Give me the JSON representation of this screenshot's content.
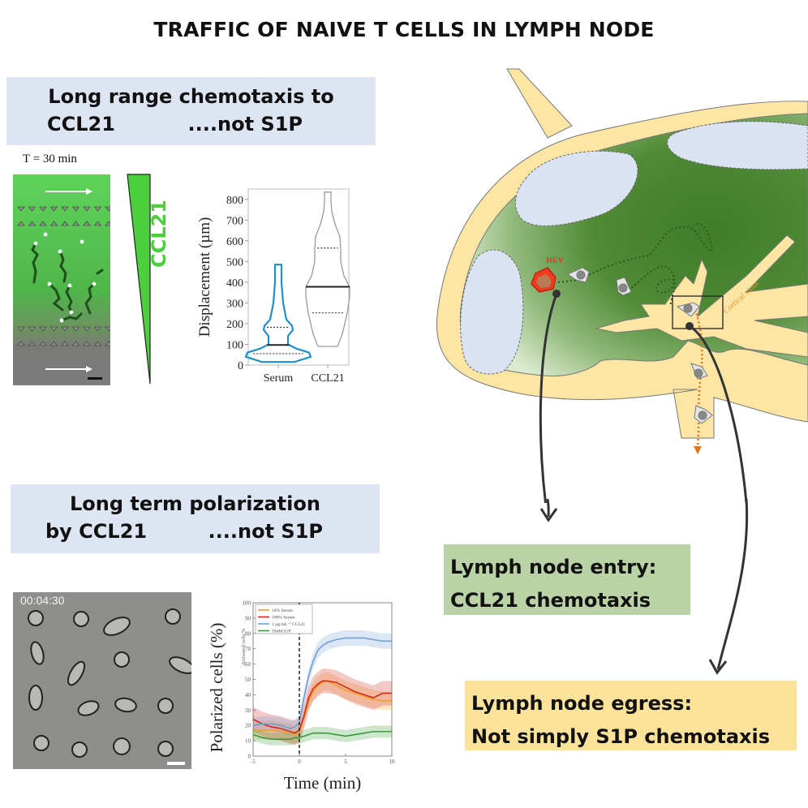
{
  "title": "TRAFFIC OF NAIVE T CELLS IN LYMPH NODE",
  "panel_chemotaxis": {
    "heading_line1": "Long range chemotaxis to",
    "heading_line2_left": "CCL21",
    "heading_line2_right": "....not S1P",
    "micrograph_label": "T = 30 min",
    "gradient_label": "CCL21"
  },
  "panel_polarization": {
    "heading_line1": "Long term polarization",
    "heading_line2_left": "by CCL21",
    "heading_line2_right": "....not S1P",
    "timestamp": "00:04:30"
  },
  "diagram": {
    "hev_label": "HEV",
    "sinus_label": "Cortical sinus",
    "entry_box_line1": "Lymph node entry:",
    "entry_box_line2": "CCL21 chemotaxis",
    "egress_box_line1": "Lymph node egress:",
    "egress_box_line2": "Not  simply S1P chemotaxis",
    "colors": {
      "capsule": "#fde6a4",
      "cortex": "#4f8734",
      "follicle": "#dbe3f2",
      "hev": "#e8341c",
      "entry_box": "#b9d2a6",
      "egress_box": "#fde39a",
      "egress_path": "#e8711c"
    }
  },
  "chart_data": [
    {
      "type": "violin",
      "title": "",
      "xlabel": "",
      "ylabel": "Displacement (µm)",
      "categories": [
        "Serum",
        "CCL21"
      ],
      "ylim": [
        0,
        850
      ],
      "yticks": [
        0,
        100,
        200,
        300,
        400,
        500,
        600,
        700,
        800
      ],
      "series": [
        {
          "name": "Serum",
          "color": "#1f8fc8",
          "min": 15,
          "max": 485,
          "median": 97,
          "q1": 55,
          "q3": 182
        },
        {
          "name": "CCL21",
          "color": "#9a9a9a",
          "min": 90,
          "max": 835,
          "median": 378,
          "q1": 252,
          "q3": 565
        }
      ]
    },
    {
      "type": "line",
      "title": "",
      "xlabel": "Time (min)",
      "ylabel": "Polarized cells (%)",
      "inner_ylabel": "Activated cells %",
      "xlim": [
        -5,
        10
      ],
      "ylim": [
        0,
        100
      ],
      "xticks": [
        -5,
        0,
        5,
        10
      ],
      "yticks": [
        0,
        10,
        20,
        30,
        40,
        50,
        60,
        70,
        80,
        90,
        100
      ],
      "legend_position": "top-left",
      "vline_x": 0,
      "x": [
        -5,
        -4,
        -3,
        -2,
        -1,
        -0.5,
        0,
        0.5,
        1,
        1.5,
        2,
        2.5,
        3,
        4,
        5,
        6,
        7,
        8,
        9,
        10
      ],
      "series": [
        {
          "name": "10% Serum",
          "color": "#f0a020",
          "values": [
            17,
            17,
            17,
            16,
            15,
            14,
            16,
            25,
            36,
            42,
            46,
            48,
            49,
            46,
            43,
            41,
            39,
            37,
            36,
            36
          ],
          "band": 6
        },
        {
          "name": "100% Serum",
          "color": "#d0281e",
          "values": [
            24,
            21,
            19,
            18,
            16,
            15,
            17,
            26,
            38,
            44,
            47,
            49,
            49,
            48,
            45,
            42,
            40,
            38,
            41,
            41
          ],
          "band": 8
        },
        {
          "name": "1 µg.mL⁻¹ CCL21",
          "color": "#6f9fd8",
          "values": [
            20,
            21,
            21,
            20,
            18,
            19,
            22,
            38,
            52,
            62,
            69,
            72,
            74,
            76,
            77,
            77,
            77,
            76,
            75,
            75
          ],
          "band": 5
        },
        {
          "name": "10nM S1P",
          "color": "#3a9a3a",
          "values": [
            14,
            12,
            11,
            11,
            11,
            12,
            12,
            13,
            14,
            15,
            15,
            15,
            15,
            14,
            13,
            14,
            15,
            16,
            16,
            16
          ],
          "band": 4
        }
      ]
    }
  ]
}
